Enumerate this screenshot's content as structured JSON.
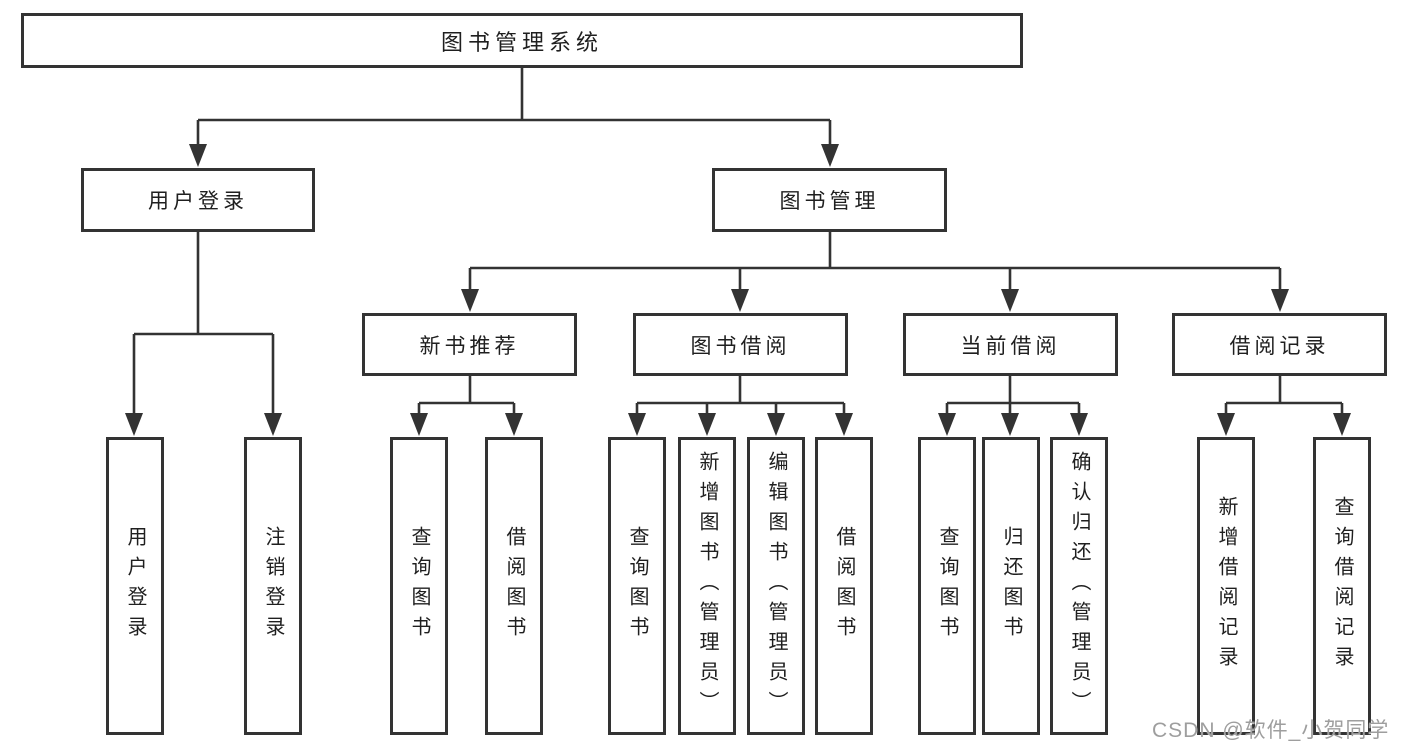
{
  "colors": {
    "line": "#333333",
    "text": "#1f1f1f",
    "watermark": "#9e9e9e",
    "background": "#ffffff"
  },
  "watermark": {
    "text": "CSDN @软件_小贺同学"
  },
  "tree": {
    "label": "图书管理系统",
    "children": [
      {
        "label": "用户登录",
        "children": [
          {
            "label": "用户登录"
          },
          {
            "label": "注销登录"
          }
        ]
      },
      {
        "label": "图书管理",
        "children": [
          {
            "label": "新书推荐",
            "children": [
              {
                "label": "查询图书"
              },
              {
                "label": "借阅图书"
              }
            ]
          },
          {
            "label": "图书借阅",
            "children": [
              {
                "label": "查询图书"
              },
              {
                "label": "新增图书（管理员）"
              },
              {
                "label": "编辑图书（管理员）"
              },
              {
                "label": "借阅图书"
              }
            ]
          },
          {
            "label": "当前借阅",
            "children": [
              {
                "label": "查询图书"
              },
              {
                "label": "归还图书"
              },
              {
                "label": "确认归还（管理员）"
              }
            ]
          },
          {
            "label": "借阅记录",
            "children": [
              {
                "label": "新增借阅记录"
              },
              {
                "label": "查询借阅记录"
              }
            ]
          }
        ]
      }
    ]
  }
}
